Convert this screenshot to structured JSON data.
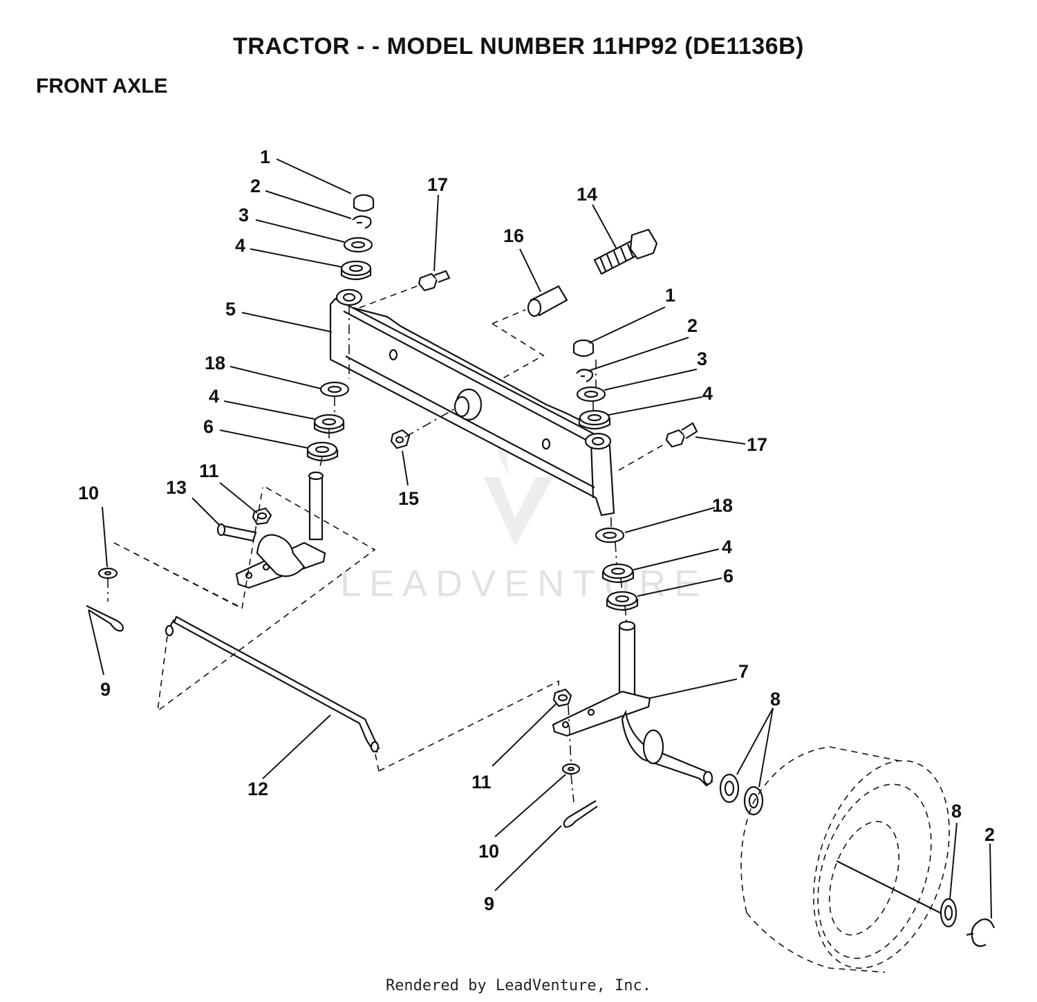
{
  "header": {
    "title": "TRACTOR - - MODEL NUMBER 11HP92 (DE1136B)",
    "section": "FRONT AXLE"
  },
  "watermark": "LEADVENTURE",
  "footer": "Rendered by LeadVenture, Inc.",
  "callouts": [
    {
      "id": "c1a",
      "label": "1"
    },
    {
      "id": "c2a",
      "label": "2"
    },
    {
      "id": "c3a",
      "label": "3"
    },
    {
      "id": "c4a",
      "label": "4"
    },
    {
      "id": "c5",
      "label": "5"
    },
    {
      "id": "c18a",
      "label": "18"
    },
    {
      "id": "c4b",
      "label": "4"
    },
    {
      "id": "c6a",
      "label": "6"
    },
    {
      "id": "c11a",
      "label": "11"
    },
    {
      "id": "c13",
      "label": "13"
    },
    {
      "id": "c10a",
      "label": "10"
    },
    {
      "id": "c9a",
      "label": "9"
    },
    {
      "id": "c17a",
      "label": "17"
    },
    {
      "id": "c14",
      "label": "14"
    },
    {
      "id": "c16",
      "label": "16"
    },
    {
      "id": "c1b",
      "label": "1"
    },
    {
      "id": "c2b",
      "label": "2"
    },
    {
      "id": "c3b",
      "label": "3"
    },
    {
      "id": "c4c",
      "label": "4"
    },
    {
      "id": "c17b",
      "label": "17"
    },
    {
      "id": "c15",
      "label": "15"
    },
    {
      "id": "c18b",
      "label": "18"
    },
    {
      "id": "c4d",
      "label": "4"
    },
    {
      "id": "c6b",
      "label": "6"
    },
    {
      "id": "c7",
      "label": "7"
    },
    {
      "id": "c8a",
      "label": "8"
    },
    {
      "id": "c12",
      "label": "12"
    },
    {
      "id": "c11b",
      "label": "11"
    },
    {
      "id": "c10b",
      "label": "10"
    },
    {
      "id": "c9b",
      "label": "9"
    },
    {
      "id": "c8b",
      "label": "8"
    },
    {
      "id": "c2c",
      "label": "2"
    }
  ]
}
